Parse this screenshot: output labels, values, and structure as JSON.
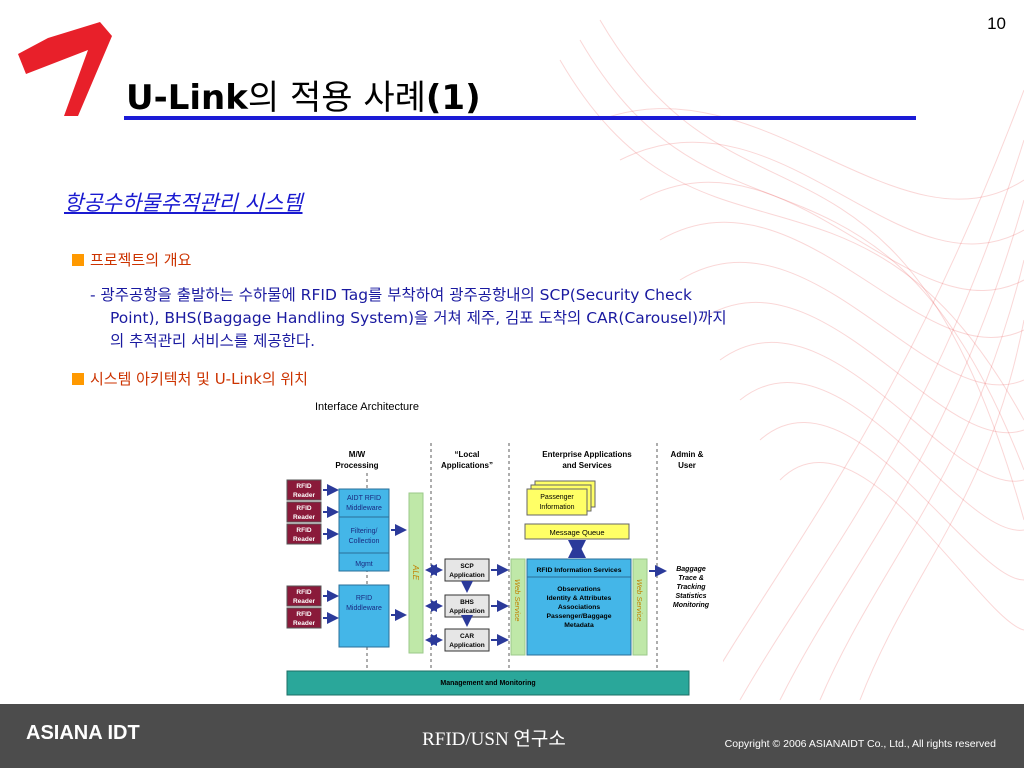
{
  "slide": {
    "page_number": "10",
    "title_bold_prefix": "U-Link",
    "title_rest": "의 적용 사례",
    "title_bold_suffix": "(1)",
    "subtitle": "항공수하물추적관리 시스템",
    "bullet1": "프로젝트의 개요",
    "desc_line1": "- 광주공항을 출발하는 수하물에 RFID Tag를 부착하여 광주공항내의 SCP(Security Check",
    "desc_line2": "Point), BHS(Baggage Handling System)을 거쳐 제주, 김포 도착의 CAR(Carousel)까지",
    "desc_line3": "의 추적관리 서비스를 제공한다.",
    "bullet2": "시스템 아키텍처 및 U-Link의 위치"
  },
  "diagram": {
    "title": "Interface Architecture",
    "col_mw": [
      "M/W",
      "Processing"
    ],
    "col_local": [
      "“Local",
      "Applications”"
    ],
    "col_ent": [
      "Enterprise Applications",
      "and Services"
    ],
    "col_admin": [
      "Admin &",
      "User"
    ],
    "reader_line1": "RFID",
    "reader_line2": "Reader",
    "aidt_mw": [
      "AIDT RFID",
      "Middleware"
    ],
    "filtering": [
      "Filtering/",
      "Collection"
    ],
    "mgmt": "Mgmt",
    "rfid_mw": [
      "RFID",
      "Middleware"
    ],
    "ale": "ALE",
    "scp": [
      "SCP",
      "Application"
    ],
    "bhs": [
      "BHS",
      "Application"
    ],
    "car": [
      "CAR",
      "Application"
    ],
    "web_service": "Web Service",
    "passenger": [
      "Passenger",
      "Information"
    ],
    "message_queue": "Message Queue",
    "ris_title": "RFID Information Services",
    "ris_body": [
      "Observations",
      "Identity & Attributes",
      "Associations",
      "Passenger/Baggage",
      "Metadata"
    ],
    "baggage": [
      "Baggage",
      "Trace &",
      "Tracking",
      "Statistics",
      "Monitoring"
    ],
    "management": "Management and Monitoring"
  },
  "footer": {
    "brand": "ASIANA IDT",
    "center": "RFID/USN 연구소",
    "copyright": "Copyright © 2006 ASIANAIDT Co., Ltd., All rights reserved"
  },
  "colors": {
    "accent_blue": "#1b1bd6",
    "logo_red": "#e8202a",
    "reader_red": "#8a1a3a",
    "box_cyan": "#44b6e8",
    "ale_green": "#bfe8a8",
    "mgmt_teal": "#2aa79a",
    "footer_gray": "#4c4c4c"
  }
}
